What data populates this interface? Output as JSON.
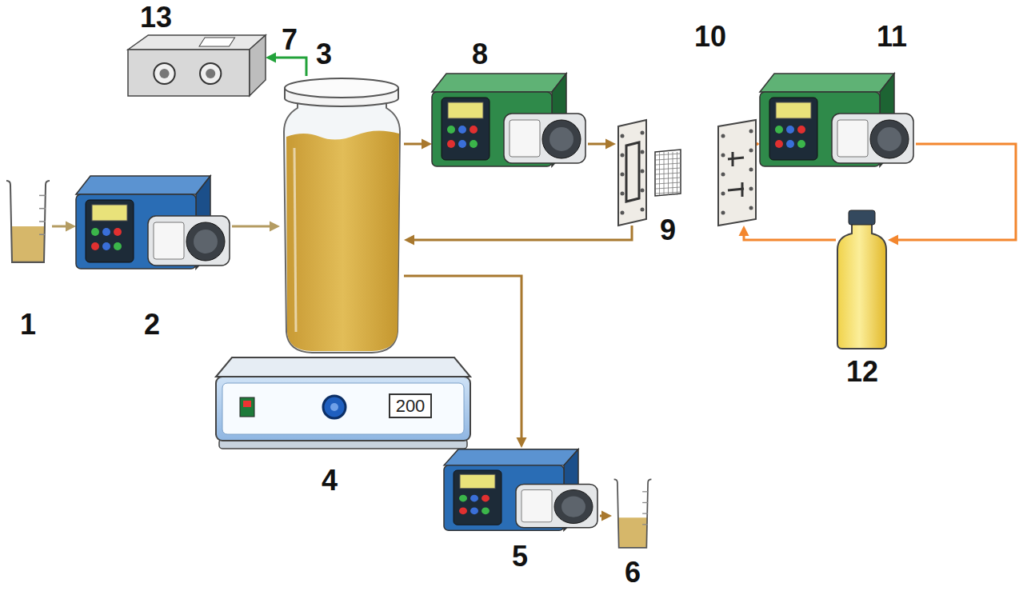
{
  "diagram": {
    "nodes": [
      {
        "text": [
          "1"
        ]
      },
      {
        "text": [
          "2"
        ]
      },
      {
        "text": [
          "3"
        ]
      },
      {
        "text": [
          "4",
          "200"
        ]
      },
      {
        "text": [
          "5"
        ]
      },
      {
        "text": [
          "6"
        ]
      },
      {
        "text": [
          "8"
        ]
      },
      {
        "text": [
          "10"
        ]
      },
      {
        "text": [
          "9"
        ],
        "in": 7
      },
      {
        "text": [
          "11"
        ]
      },
      {
        "text": [
          "12"
        ]
      },
      {
        "text": [
          "13"
        ]
      }
    ],
    "edges": [
      {
        "from": 0,
        "to": 1,
        "arrow": "to"
      },
      {
        "from": 1,
        "to": 2,
        "arrow": "to"
      },
      {
        "from": 2,
        "to": 6,
        "arrow": "to"
      },
      {
        "from": 6,
        "to": 7,
        "arrow": "to"
      },
      {
        "from": 7,
        "to": 2,
        "arrow": "to"
      },
      {
        "from": 7,
        "to": 9,
        "arrow": "to"
      },
      {
        "from": 9,
        "to": 10,
        "arrow": "to"
      },
      {
        "from": 10,
        "to": 7,
        "arrow": "to"
      },
      {
        "from": 2,
        "to": 4,
        "arrow": "to"
      },
      {
        "from": 4,
        "to": 5,
        "arrow": "to"
      },
      {
        "from": 2,
        "to": 11,
        "label": "7",
        "arrow": "to"
      }
    ]
  }
}
